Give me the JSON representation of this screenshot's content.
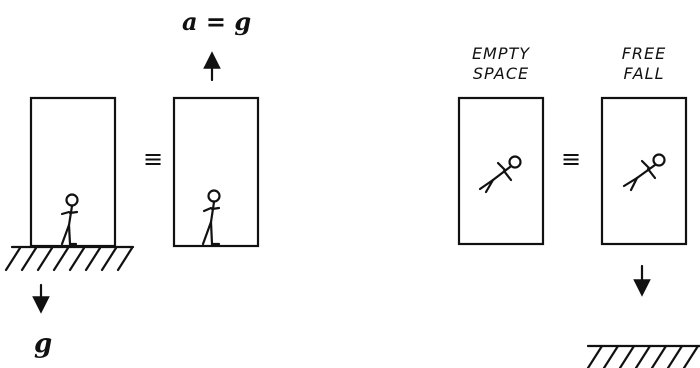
{
  "left_panel": {
    "acceleration_label": "a = g",
    "gravity_label": "g",
    "equivalence_symbol": "≡"
  },
  "right_panel": {
    "empty_space_label_line1": "EMPTY",
    "empty_space_label_line2": "SPACE",
    "free_fall_label_line1": "FREE",
    "free_fall_label_line2": "FALL",
    "equivalence_symbol": "≡"
  },
  "colors": {
    "ink": "#111111",
    "background": "#ffffff"
  }
}
